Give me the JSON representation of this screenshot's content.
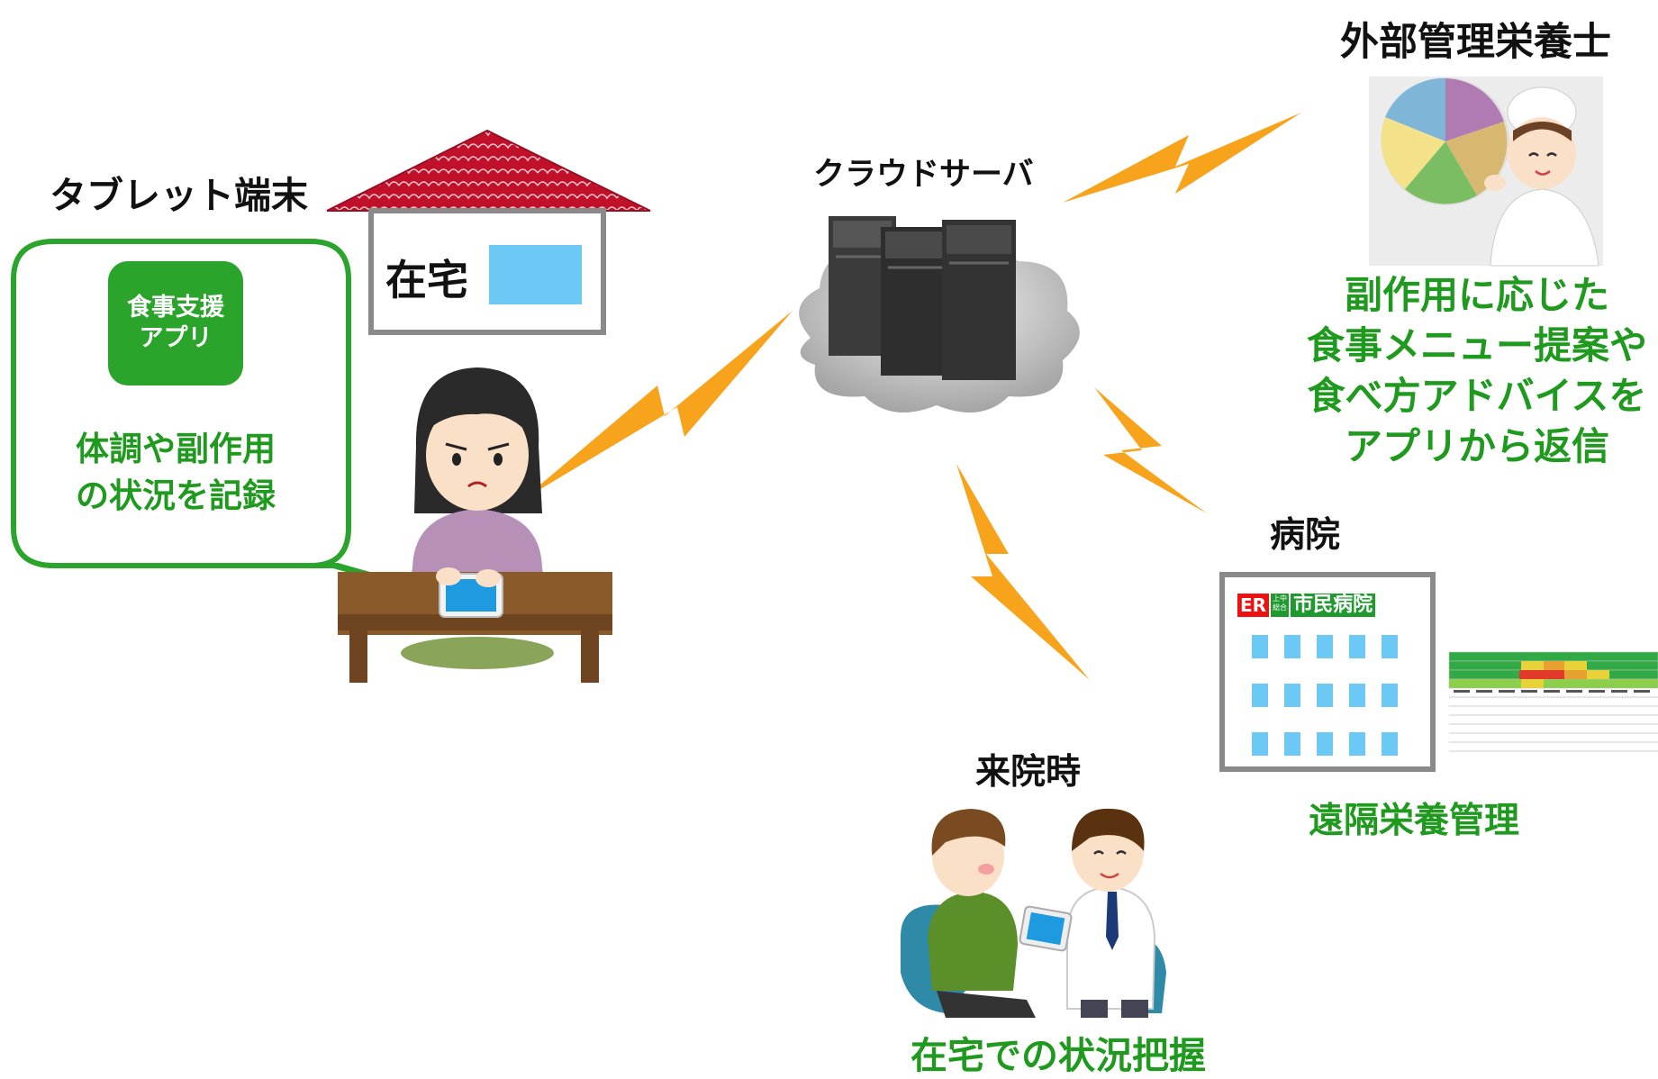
{
  "home": {
    "tablet_label": "タブレット端末",
    "house_label": "在宅",
    "app_icon_label": "食事支援\nアプリ",
    "bubble_text": "体調や副作用\nの状況を記録"
  },
  "cloud": {
    "label": "クラウドサーバ"
  },
  "dietitian": {
    "label": "外部管理栄養士",
    "description": "副作用に応じた\n食事メニュー提案や\n食べ方アドバイスを\nアプリから返信"
  },
  "hospital": {
    "label": "病院",
    "sign_er": "ER",
    "sign_small": "上中\n総合",
    "sign_name": "市民病院",
    "caption": "遠隔栄養管理"
  },
  "visit": {
    "label": "来院時",
    "caption": "在宅での状況把握"
  },
  "colors": {
    "green_text": "#1f9a1f",
    "bubble_border": "#2aa42a",
    "lightning": "#f7a31c",
    "roof": "#c0102a",
    "window_blue": "#6cc8f5"
  }
}
